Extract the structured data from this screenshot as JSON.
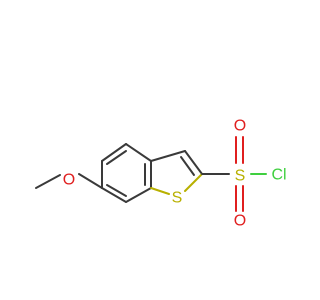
{
  "molecule": {
    "atom_colors": {
      "O": "#e01f1f",
      "S": "#b8b000",
      "Cl": "#3fcf3f",
      "C": "#3a3a3a"
    },
    "labels": {
      "methoxy_oxygen": "O",
      "ring_sulfur": "S",
      "sulfonyl_sulfur": "S",
      "sulfonyl_oxygen_top": "O",
      "sulfonyl_oxygen_bottom": "O",
      "chlorine": "Cl"
    }
  }
}
